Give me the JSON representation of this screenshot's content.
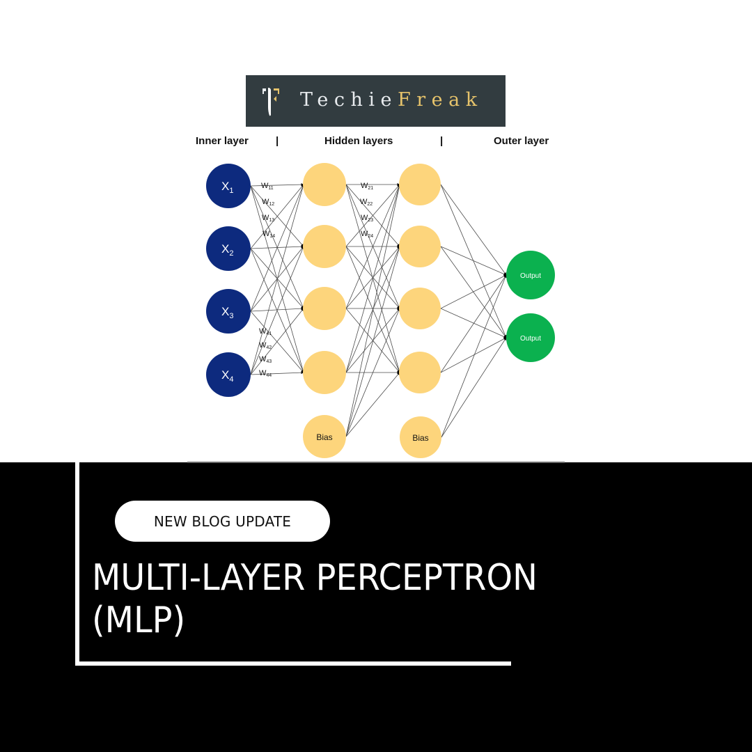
{
  "logo": {
    "text_light": "Techie",
    "text_gold": "Freak"
  },
  "header": {
    "labels": [
      "Inner layer",
      "Hidden layers",
      "Outer layer"
    ],
    "separator": "|"
  },
  "network": {
    "input_nodes": [
      {
        "base": "X",
        "sub": "1"
      },
      {
        "base": "X",
        "sub": "2"
      },
      {
        "base": "X",
        "sub": "3"
      },
      {
        "base": "X",
        "sub": "4"
      }
    ],
    "hidden1_bias_label": "Bias",
    "hidden2_bias_label": "Bias",
    "output_nodes": [
      "Output",
      "Output"
    ],
    "weights_top_input": [
      {
        "base": "W",
        "sub": "11"
      },
      {
        "base": "W",
        "sub": "12"
      },
      {
        "base": "W",
        "sub": "13"
      },
      {
        "base": "W",
        "sub": "14"
      }
    ],
    "weights_bottom_input": [
      {
        "base": "W",
        "sub": "41"
      },
      {
        "base": "W",
        "sub": "42"
      },
      {
        "base": "W",
        "sub": "43"
      },
      {
        "base": "W",
        "sub": "44"
      }
    ],
    "weights_hidden": [
      {
        "base": "W",
        "sub": "21"
      },
      {
        "base": "W",
        "sub": "22"
      },
      {
        "base": "W",
        "sub": "23"
      },
      {
        "base": "W",
        "sub": "24"
      }
    ],
    "colors": {
      "input": "#0d2a7e",
      "hidden": "#fdd57c",
      "output": "#0bb14f",
      "edge": "#4a4a4a"
    }
  },
  "banner": {
    "badge": "NEW BLOG UPDATE",
    "title_line1": "MULTI-LAYER PERCEPTRON",
    "title_line2": "(MLP)"
  }
}
